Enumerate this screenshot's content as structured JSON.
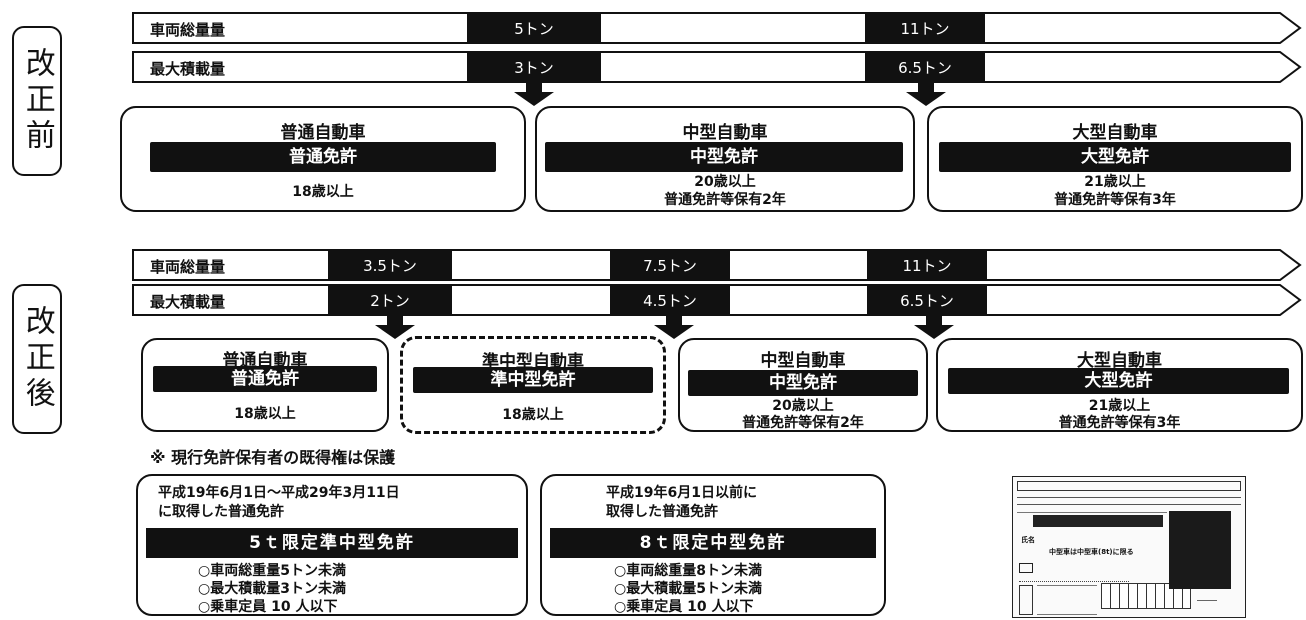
{
  "section_before": "改正前",
  "section_after": "改正後",
  "bar_labels": {
    "total_weight": "車両総量量",
    "max_load": "最大積載量"
  },
  "before": {
    "total_weight_marks": [
      "5トン",
      "11トン"
    ],
    "max_load_marks": [
      "3トン",
      "6.5トン"
    ],
    "categories": [
      {
        "title": "普通自動車",
        "license": "普通免許",
        "req_line1": "18歳以上",
        "req_line2": ""
      },
      {
        "title": "中型自動車",
        "license": "中型免許",
        "req_line1": "20歳以上",
        "req_line2": "普通免許等保有2年"
      },
      {
        "title": "大型自動車",
        "license": "大型免許",
        "req_line1": "21歳以上",
        "req_line2": "普通免許等保有3年"
      }
    ]
  },
  "after": {
    "total_weight_marks": [
      "3.5トン",
      "7.5トン",
      "11トン"
    ],
    "max_load_marks": [
      "2トン",
      "4.5トン",
      "6.5トン"
    ],
    "categories": [
      {
        "title": "普通自動車",
        "license": "普通免許",
        "req_line1": "18歳以上",
        "req_line2": ""
      },
      {
        "title": "準中型自動車",
        "license": "準中型免許",
        "req_line1": "18歳以上",
        "req_line2": ""
      },
      {
        "title": "中型自動車",
        "license": "中型免許",
        "req_line1": "20歳以上",
        "req_line2": "普通免許等保有2年"
      },
      {
        "title": "大型自動車",
        "license": "大型免許",
        "req_line1": "21歳以上",
        "req_line2": "普通免許等保有3年"
      }
    ]
  },
  "note": "※ 現行免許保有者の既得権は保護",
  "limited": [
    {
      "header_line1": "平成19年6月1日～平成29年3月11日",
      "header_line2": "に取得した普通免許",
      "license": "5ｔ限定準中型免許",
      "conditions": [
        "○車両総重量5トン未満",
        "○最大積載量3トン未満",
        "○乗車定員 10 人以下"
      ]
    },
    {
      "header_line1": "平成19年6月1日以前に",
      "header_line2": "取得した普通免許",
      "license": "8ｔ限定中型免許",
      "conditions": [
        "○車両総重量8トン未満",
        "○最大積載量5トン未満",
        "○乗車定員 10 人以下"
      ]
    }
  ],
  "license_image": {
    "name_label": "氏名",
    "license_type_text": "中型車は中型車(8t)に限る"
  }
}
